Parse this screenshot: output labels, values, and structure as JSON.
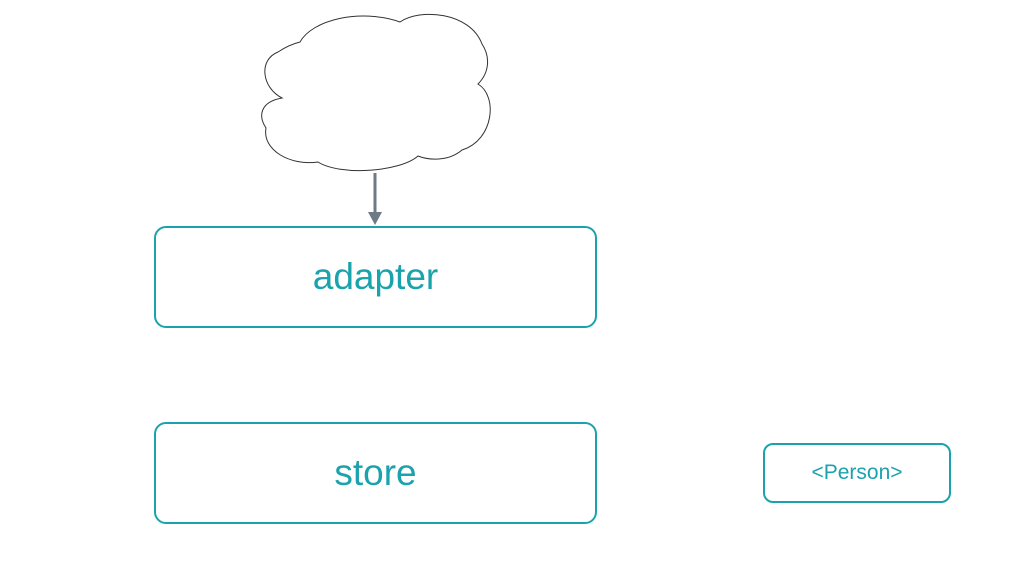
{
  "diagram": {
    "nodes": {
      "adapter": {
        "label": "adapter"
      },
      "store": {
        "label": "store"
      },
      "person": {
        "label": "<Person>"
      }
    },
    "colors": {
      "node_border": "#1aa3ad",
      "node_text": "#1aa3ad",
      "cloud_stroke": "#333333",
      "arrow": "#6d7b84"
    },
    "edges": [
      {
        "from": "cloud",
        "to": "adapter",
        "style": "arrow"
      }
    ]
  }
}
